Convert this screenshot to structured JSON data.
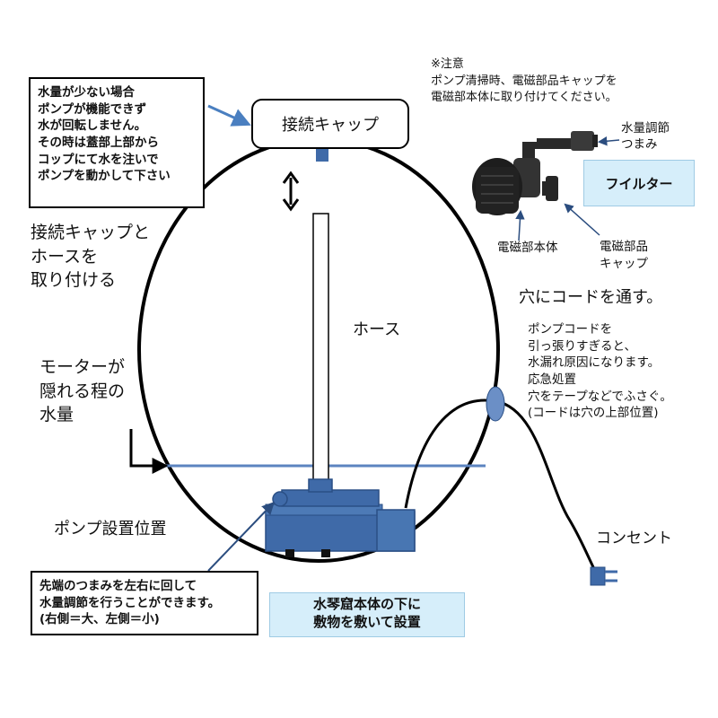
{
  "warning_box": {
    "lines": "水量が少ない場合\nポンプが機能できず\n水が回転しません。\nその時は蓋部上部から\nコップにて水を注いで\nポンプを動かして下さい"
  },
  "connect_cap_label": "接続キャップ",
  "attach_instruction": "接続キャップと\nホースを\n取り付ける",
  "hose_label": "ホース",
  "motor_water_level": "モーターが\n隠れる程の\n水量",
  "pump_position_label": "ポンプ設置位置",
  "knob_note": "先端のつまみを左右に回して\n水量調節を行うことができます。\n(右側＝大、左側＝小)",
  "under_note": "水琴窟本体の下に\n敷物を敷いて設置",
  "caution": {
    "title": "※注意",
    "body": "ポンプ清掃時、電磁部品キャップを\n電磁部本体に取り付けてください。"
  },
  "flow_knob_label": "水量調節\nつまみ",
  "filter_label": "フイルター",
  "em_body_label": "電磁部本体",
  "em_cap_label": "電磁部品\nキャップ",
  "cord_hole_title": "穴にコードを通す。",
  "cord_hole_body": "ポンプコードを\n引っ張りすぎると、\n水漏れ原因になります。\n応急処置\n穴をテープなどでふさぐ。\n(コードは穴の上部位置)",
  "outlet_label": "コンセント",
  "colors": {
    "pump_blue": "#3f6aa8",
    "pump_dark": "#2a4f85",
    "water_line": "#5c84c0",
    "arrow_blue": "#4a7fc0",
    "label_bg": "#d6eefa"
  }
}
